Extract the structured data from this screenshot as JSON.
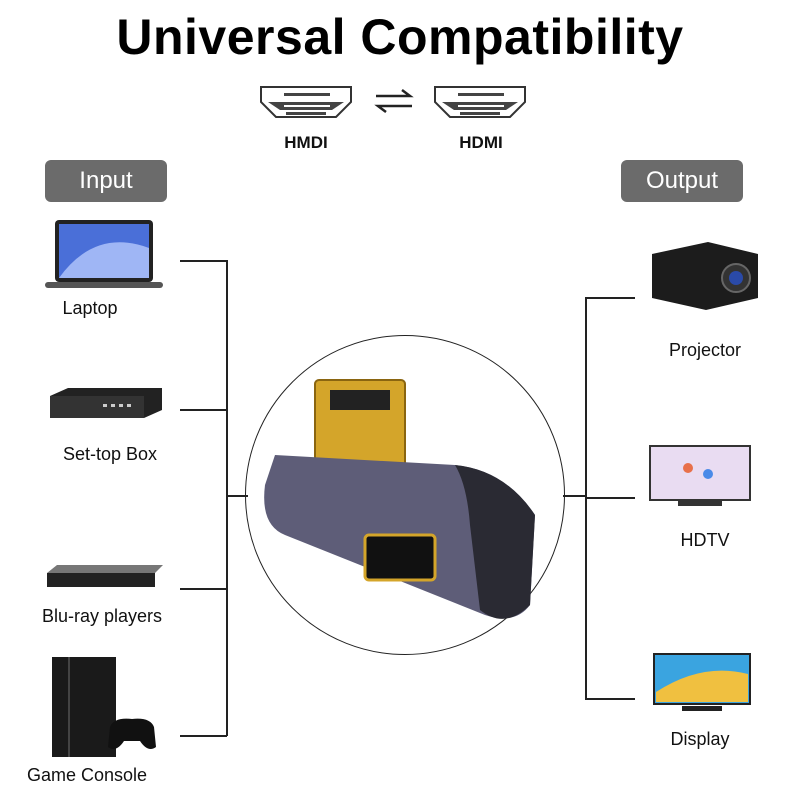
{
  "title": "Universal Compatibility",
  "ports": {
    "left_label": "HMDI",
    "right_label": "HDMI"
  },
  "input": {
    "heading": "Input",
    "devices": [
      {
        "label": "Laptop",
        "icon": "laptop-icon"
      },
      {
        "label": "Set-top Box",
        "icon": "set-top-box-icon"
      },
      {
        "label": "Blu-ray players",
        "icon": "blu-ray-player-icon"
      },
      {
        "label": "Game Console",
        "icon": "game-console-icon"
      }
    ]
  },
  "output": {
    "heading": "Output",
    "devices": [
      {
        "label": "Projector",
        "icon": "projector-icon"
      },
      {
        "label": "HDTV",
        "icon": "hdtv-icon"
      },
      {
        "label": "Display",
        "icon": "display-icon"
      }
    ]
  },
  "colors": {
    "pill": "#6b6b6b",
    "adapter": "#5e5d78",
    "gold": "#d4a52a"
  }
}
